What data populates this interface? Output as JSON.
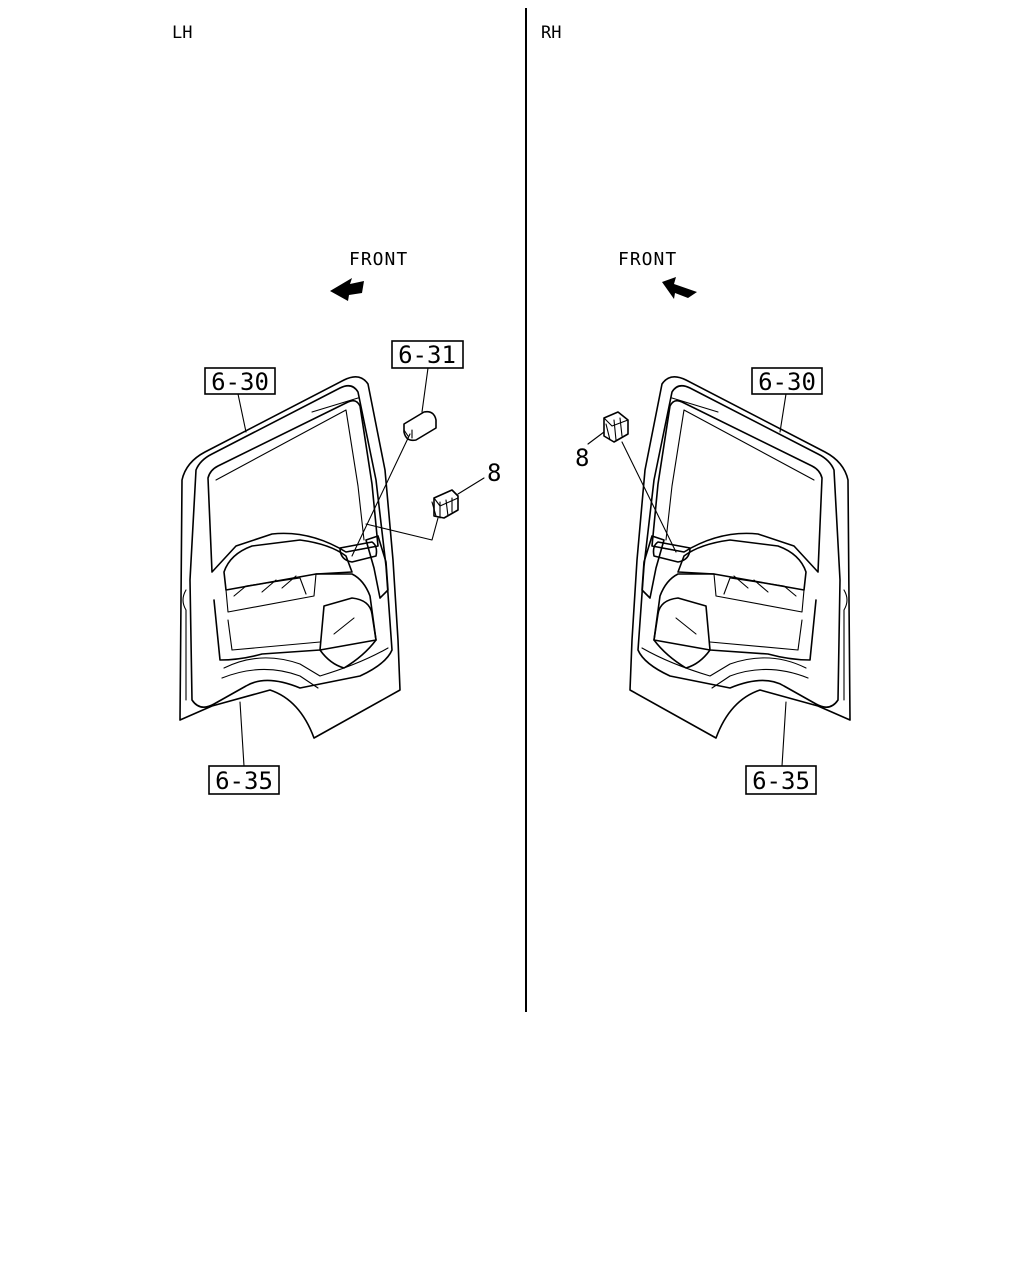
{
  "panels": {
    "left": {
      "side_label": "LH",
      "direction_label": "FRONT",
      "callouts": {
        "top_ref": "6-30",
        "switch_ref": "6-31",
        "bottom_ref": "6-35",
        "part_number": "8"
      }
    },
    "right": {
      "side_label": "RH",
      "direction_label": "FRONT",
      "callouts": {
        "top_ref": "6-30",
        "bottom_ref": "6-35",
        "part_number": "8"
      }
    }
  }
}
